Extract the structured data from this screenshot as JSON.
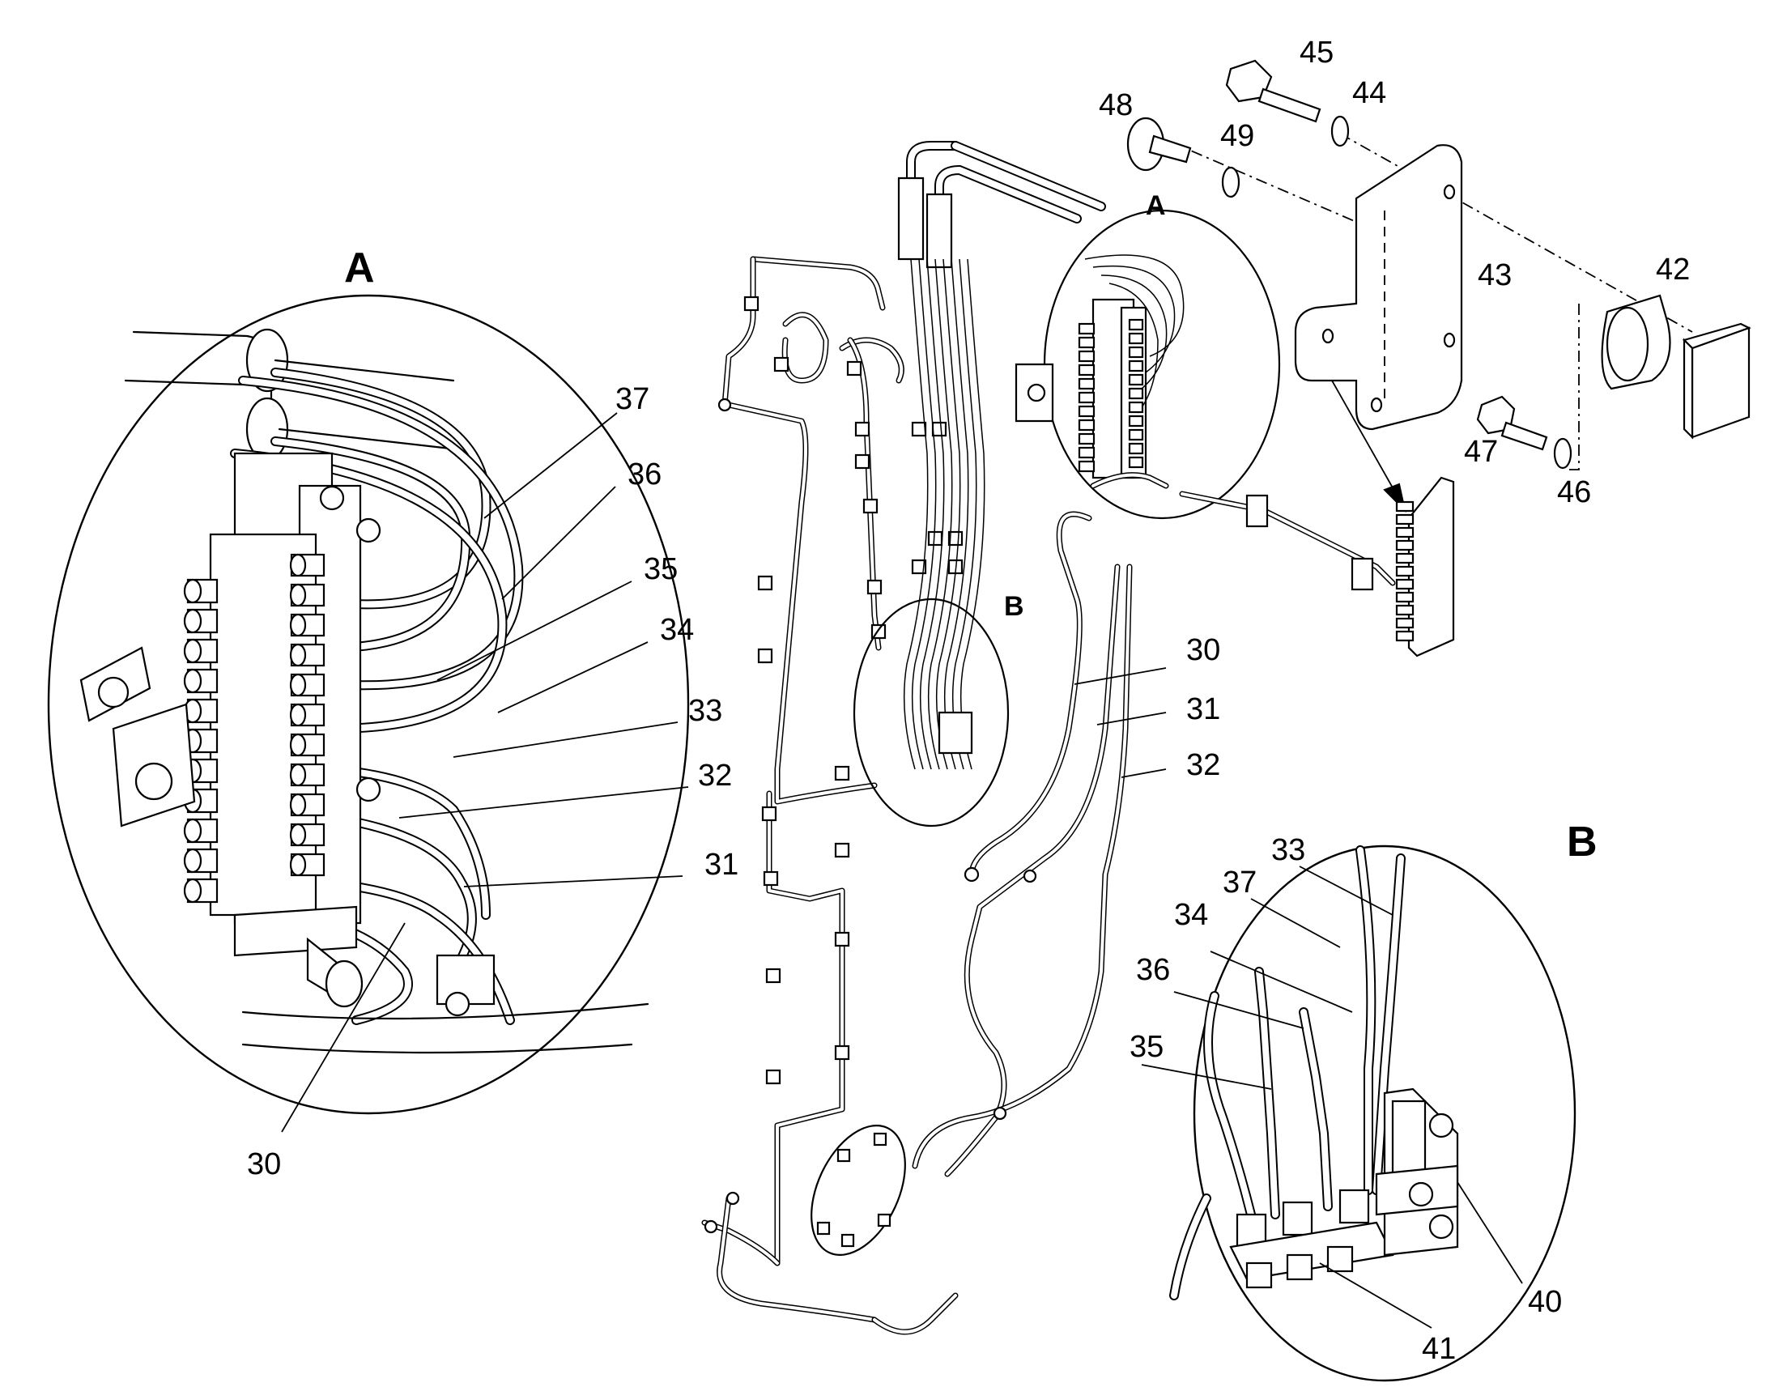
{
  "detail_views": {
    "a_large": "A",
    "a_small": "A",
    "b_large": "B",
    "b_small": "B"
  },
  "callouts": {
    "n30a": "30",
    "n31a": "31",
    "n32a": "32",
    "n33a": "33",
    "n34a": "34",
    "n35a": "35",
    "n36a": "36",
    "n37a": "37",
    "n30b": "30",
    "n31b": "31",
    "n32b": "32",
    "n33b": "33",
    "n34b": "34",
    "n35b": "35",
    "n36b": "36",
    "n37b": "37",
    "n40": "40",
    "n41": "41",
    "n42": "42",
    "n43": "43",
    "n44": "44",
    "n45": "45",
    "n46": "46",
    "n47": "47",
    "n48": "48",
    "n49": "49"
  }
}
